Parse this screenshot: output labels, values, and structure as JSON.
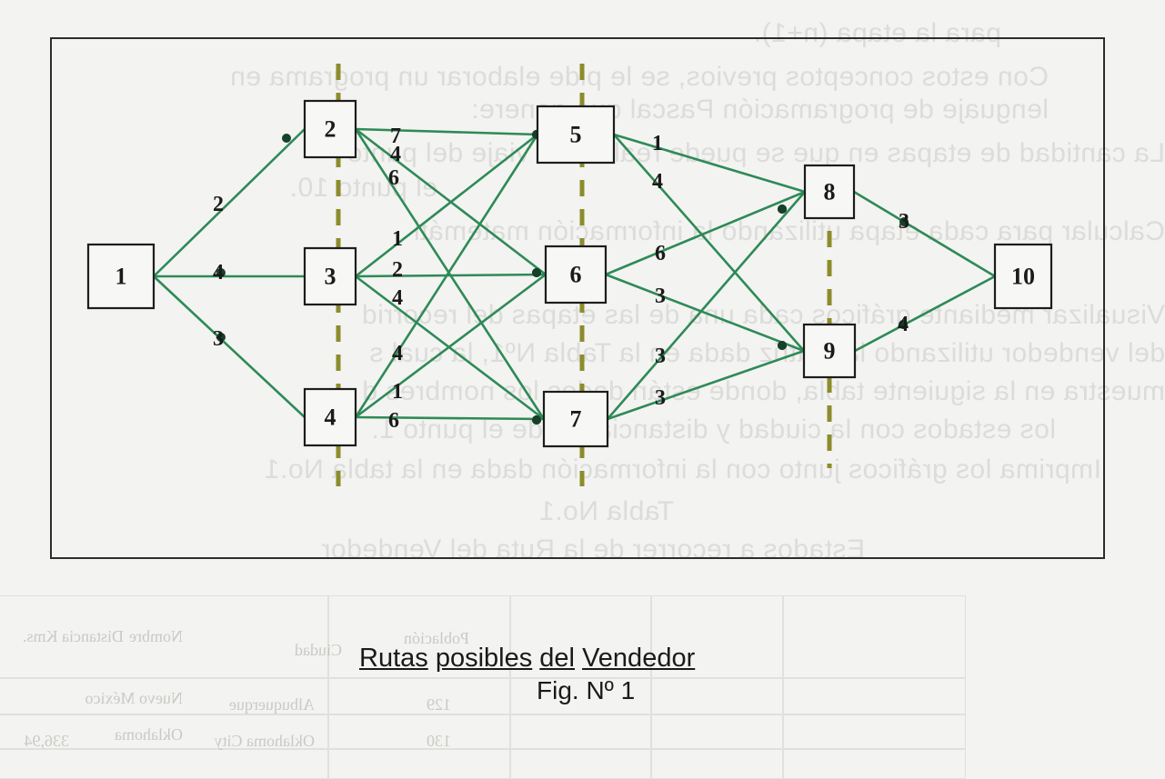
{
  "figure": {
    "caption_word1": "Rutas",
    "caption_word2": "posibles",
    "caption_word3": "del",
    "caption_word4": "Vendedor",
    "subcaption": "Fig. Nº 1"
  },
  "nodes": [
    {
      "id": "1",
      "label": "1"
    },
    {
      "id": "2",
      "label": "2"
    },
    {
      "id": "3",
      "label": "3"
    },
    {
      "id": "4",
      "label": "4"
    },
    {
      "id": "5",
      "label": "5"
    },
    {
      "id": "6",
      "label": "6"
    },
    {
      "id": "7",
      "label": "7"
    },
    {
      "id": "8",
      "label": "8"
    },
    {
      "id": "9",
      "label": "9"
    },
    {
      "id": "10",
      "label": "10"
    }
  ],
  "edges": [
    {
      "from": "1",
      "to": "2",
      "weight": "2"
    },
    {
      "from": "1",
      "to": "3",
      "weight": "4"
    },
    {
      "from": "1",
      "to": "4",
      "weight": "3"
    },
    {
      "from": "2",
      "to": "5",
      "weight": "7"
    },
    {
      "from": "2",
      "to": "6",
      "weight": "4"
    },
    {
      "from": "2",
      "to": "7",
      "weight": "6"
    },
    {
      "from": "3",
      "to": "5",
      "weight": "1"
    },
    {
      "from": "3",
      "to": "6",
      "weight": "2"
    },
    {
      "from": "3",
      "to": "7",
      "weight": "4"
    },
    {
      "from": "4",
      "to": "5",
      "weight": "4"
    },
    {
      "from": "4",
      "to": "6",
      "weight": "1"
    },
    {
      "from": "4",
      "to": "7",
      "weight": "6"
    },
    {
      "from": "5",
      "to": "8",
      "weight": "1"
    },
    {
      "from": "5",
      "to": "9",
      "weight": "4"
    },
    {
      "from": "6",
      "to": "8",
      "weight": "6"
    },
    {
      "from": "6",
      "to": "9",
      "weight": "3"
    },
    {
      "from": "7",
      "to": "8",
      "weight": "3"
    },
    {
      "from": "7",
      "to": "9",
      "weight": "3"
    },
    {
      "from": "8",
      "to": "10",
      "weight": "3"
    },
    {
      "from": "9",
      "to": "10",
      "weight": "4"
    }
  ],
  "bleed_through": {
    "lines": [
      "para la etapa (n+1).",
      "Con estos conceptos previos, se le pide elaborar un programa en",
      "lenguaje de programación Pascal que genere:",
      "La cantidad de etapas en que se puede realizar el viaje del punto",
      "el punto 10.",
      "Calcular para cada etapa utilizando la información matemáti",
      "Visualizar mediante gráficos cada una de las etapas del recorrid",
      "del vendedor utilizando la matriz dada en la Tabla Nº1, la cual s",
      "muestra en la siguiente tabla, donde están dados los nombres d",
      "los estados con la ciudad y distancia desde el punto 1.",
      "Imprima los gráficos junto con la información dada en la tabla No.1",
      "Tabla No.1",
      "Estados a recorrer de la Ruta del Vendedor"
    ],
    "table_headers": [
      "Nombre",
      "Población",
      "Ciudad",
      "Distancia Kms."
    ],
    "table_rows": [
      [
        "Nuevo México",
        "129",
        "Albuquerque",
        ""
      ],
      [
        "Oklahoma",
        "130",
        "Oklahoma City",
        "336,94"
      ]
    ]
  }
}
